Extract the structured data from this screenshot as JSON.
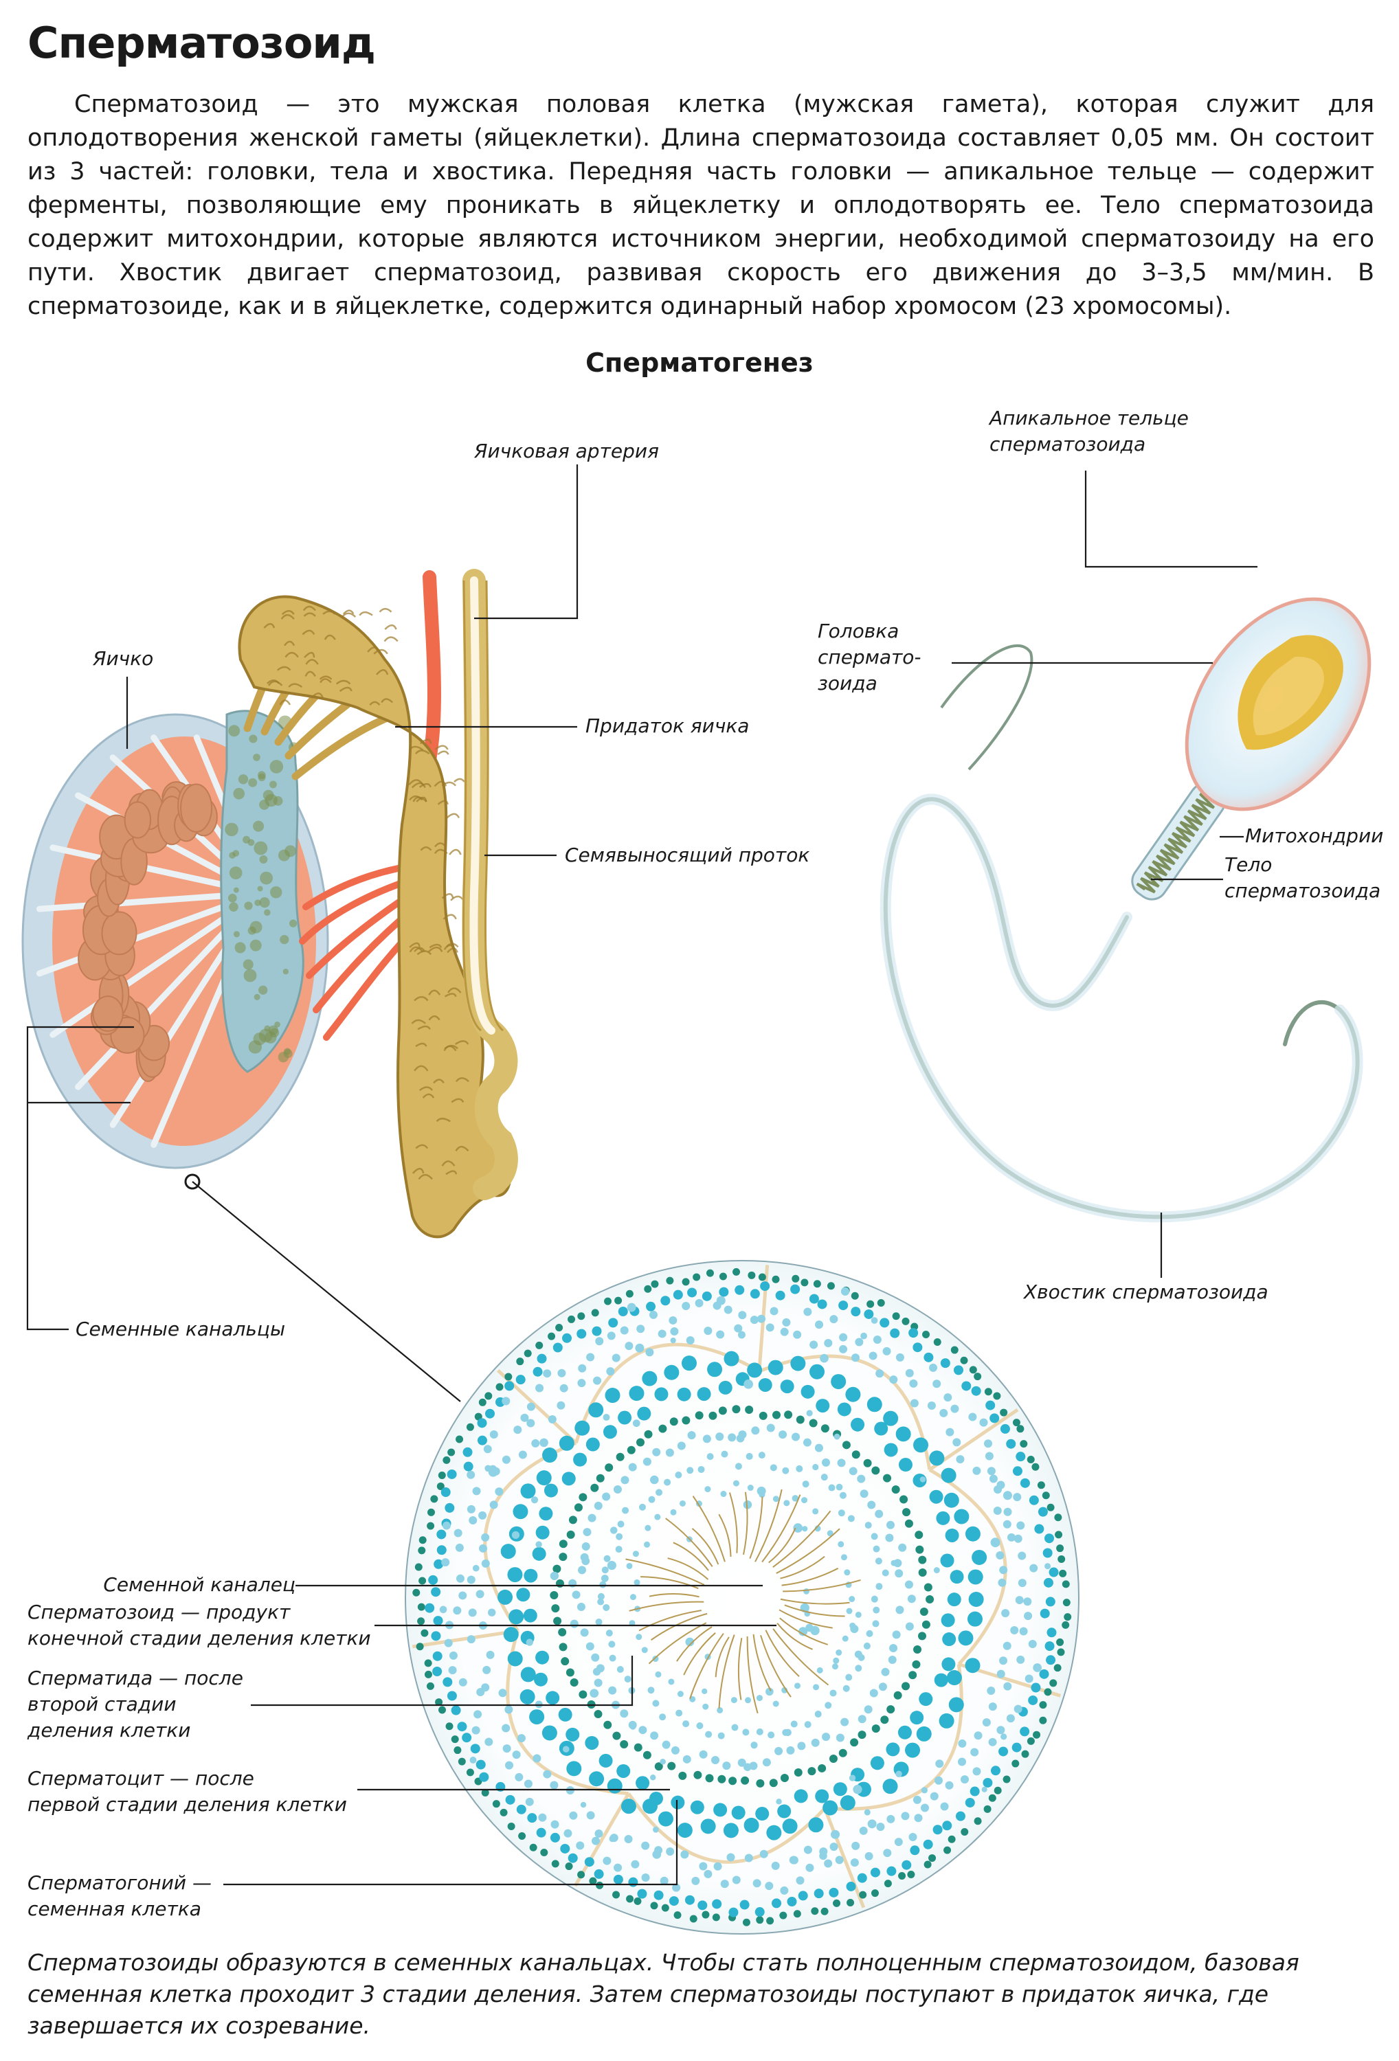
{
  "page": {
    "title": "Сперматозоид",
    "intro": "Сперматозоид — это мужская половая клетка (мужская гамета), которая служит для оплодотворения женской гаметы (яйцеклетки). Длина сперматозоида составляет 0,05 мм. Он состоит из 3 частей: головки, тела и хвостика. Передняя часть головки — апикальное тельце — содержит ферменты, позволяющие ему проникать в яйцеклетку и оплодотворять ее. Тело сперматозоида содержит митохондрии, которые являются источником энергии, необходимой сперматозоиду на его пути. Хвостик двигает сперматозоид, развивая скорость его движения до 3–3,5 мм/мин. В сперматозоиде, как и в яйцеклетке, содержится одинарный набор хромосом (23 хромосомы).",
    "subtitle": "Сперматогенез",
    "caption": "Сперматозоиды образуются в семенных канальцах. Чтобы стать полноценным сперматозоидом, базовая семенная клетка проходит 3 стадии деления. Затем сперматозоиды поступают в придаток яичка, где завершается их созревание."
  },
  "testis_labels": {
    "testis": "Яичко",
    "artery": "Яичковая артерия",
    "epididymis": "Придаток яичка",
    "vas_deferens": "Семявыносящий проток",
    "tubules": "Семенные канальцы"
  },
  "sperm_labels": {
    "acrosome": "Апикальное тельце\nсперматозоида",
    "head": "Головка\nспермато-\nзоида",
    "mitochondria": "Митохондрии",
    "body": "Тело\nсперматозоида",
    "tail": "Хвостик сперматозоида"
  },
  "section_labels": {
    "tubule": "Семенной каналец",
    "spermatozoon": "Сперматозоид — продукт\nконечной стадии деления клетки",
    "spermatid": "Сперматида — после\nвторой стадии\nделения клетки",
    "spermatocyte": "Сперматоцит — после\nпервой стадии деления клетки",
    "spermatogonium": "Сперматогоний —\nсеменная клетка"
  },
  "colors": {
    "testis_capsule": "#c9dbe6",
    "lobule": "#f2a07f",
    "septum": "#eaf2f6",
    "epididymis": "#d7b661",
    "epididymis_dark": "#9c7b2c",
    "artery": "#f06a4c",
    "cell_dark": "#1f8c7c",
    "cell_light": "#2db3cf",
    "cell_pale": "#8fd2e6",
    "sperm_outline": "#7f9a86",
    "acrosome_fill": "#e5b62c",
    "leader": "#1a1a1a"
  }
}
